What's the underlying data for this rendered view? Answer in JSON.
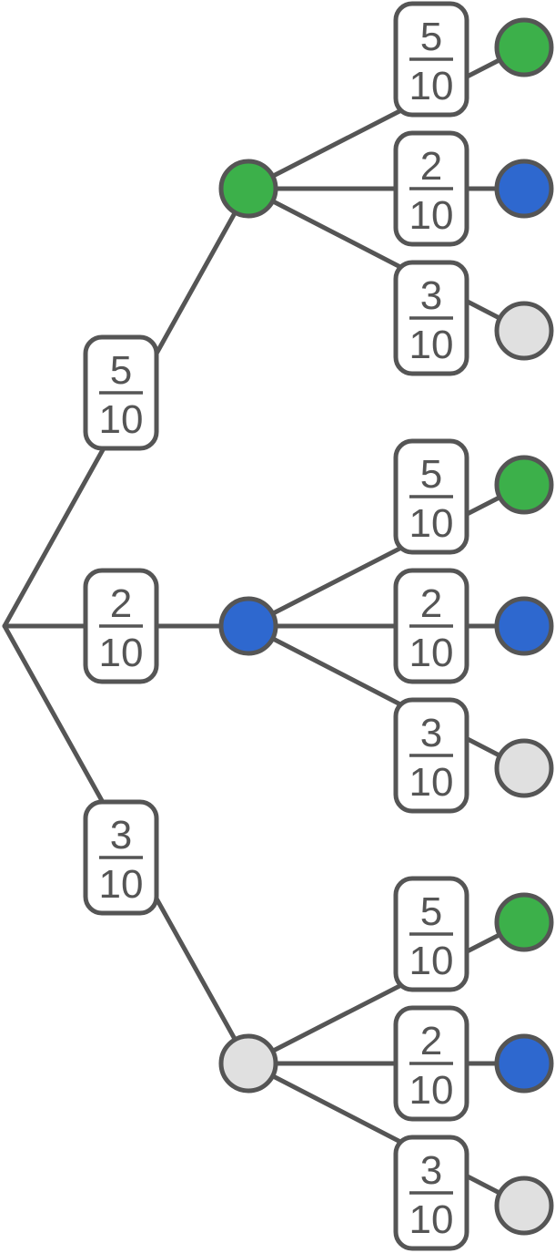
{
  "colors": {
    "line": "#555555",
    "green": "#3cb04a",
    "blue": "#2e68cf",
    "gray": "#e0e0e0"
  },
  "tree": {
    "branches": [
      {
        "color": "green",
        "numerator": "5",
        "denominator": "10",
        "children": [
          {
            "color": "green",
            "numerator": "5",
            "denominator": "10"
          },
          {
            "color": "blue",
            "numerator": "2",
            "denominator": "10"
          },
          {
            "color": "gray",
            "numerator": "3",
            "denominator": "10"
          }
        ]
      },
      {
        "color": "blue",
        "numerator": "2",
        "denominator": "10",
        "children": [
          {
            "color": "green",
            "numerator": "5",
            "denominator": "10"
          },
          {
            "color": "blue",
            "numerator": "2",
            "denominator": "10"
          },
          {
            "color": "gray",
            "numerator": "3",
            "denominator": "10"
          }
        ]
      },
      {
        "color": "gray",
        "numerator": "3",
        "denominator": "10",
        "children": [
          {
            "color": "green",
            "numerator": "5",
            "denominator": "10"
          },
          {
            "color": "blue",
            "numerator": "2",
            "denominator": "10"
          },
          {
            "color": "gray",
            "numerator": "3",
            "denominator": "10"
          }
        ]
      }
    ]
  }
}
